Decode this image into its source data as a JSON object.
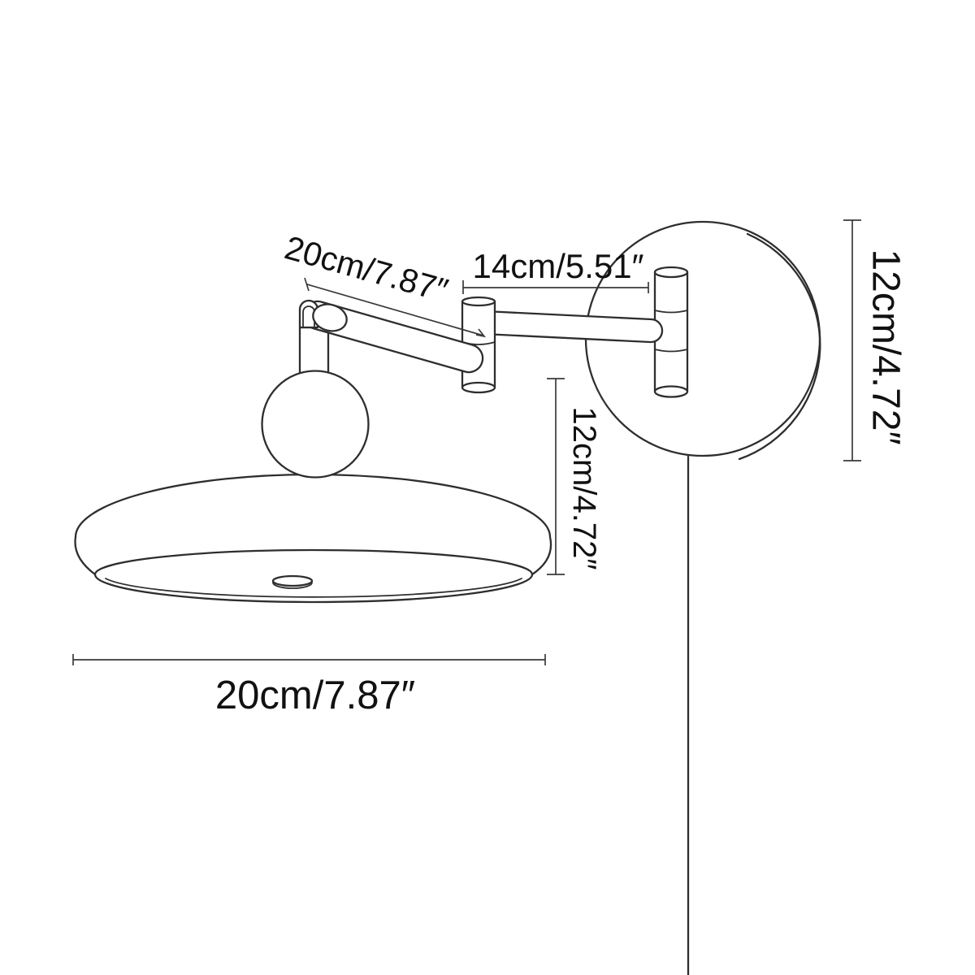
{
  "diagram": {
    "type": "product-dimension-line-drawing",
    "subject": "wall-mounted swing-arm lamp with round wall plate, two-section folding arm, ball joint, flat disc shade and hanging power cord",
    "background_color": "#ffffff",
    "line_color": "#2e2e2e",
    "text_color": "#111111"
  },
  "dimensions": {
    "upper_arm_length": {
      "text": "20cm/7.87″",
      "orientation": "diagonal",
      "refers_to": "inner swing arm section"
    },
    "lower_arm_length": {
      "text": "14cm/5.51″",
      "orientation": "horizontal",
      "refers_to": "wall-side arm section"
    },
    "wall_plate_height": {
      "text": "12cm/4.72″",
      "orientation": "vertical",
      "refers_to": "round wall plate diameter"
    },
    "drop_height": {
      "text": "12cm/4.72″",
      "orientation": "vertical",
      "refers_to": "height from arm to shade"
    },
    "shade_diameter": {
      "text": "20cm/7.87″",
      "orientation": "horizontal",
      "refers_to": "disc shade diameter"
    }
  }
}
